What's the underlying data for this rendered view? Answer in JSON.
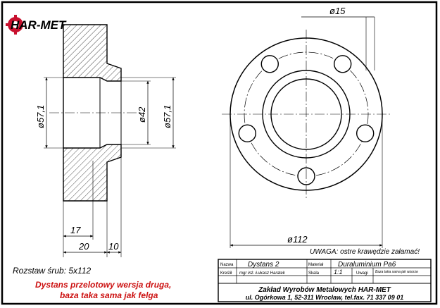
{
  "logo": {
    "text": "HAR-MET",
    "color": "#c8102e"
  },
  "dimensions": {
    "bolt_hole_dia": "ø15",
    "outer_dia": "ø112",
    "left_dia_1": "ø57,1",
    "bore_dia": "ø42",
    "left_dia_2": "ø57,1",
    "len_17": "17",
    "len_20": "20",
    "len_10": "10"
  },
  "notes": {
    "warning": "UWAGA: ostre krawędzie załamać!",
    "bolt_pattern": "Rozstaw śrub: 5x112",
    "red_line_1": "Dystans przelotowy wersja druga,",
    "red_line_2": "baza taka sama jak felga",
    "red_color": "#cc1111"
  },
  "title_block": {
    "name_label": "Nazwa",
    "name_value": "Dystans 2",
    "material_label": "Materiał",
    "material_value": "Duraluminium Pa6",
    "drawn_label": "Kreślił",
    "drawn_value": "mgr inż. Łukasz Haratek",
    "scale_label": "Skala",
    "scale_value": "1:1",
    "remarks_label": "Uwagi",
    "remarks_value": "Baza taka sama jak wzorze",
    "company_line_1": "Zakład Wyrobów Metalowych HAR-MET",
    "company_line_2": "ul. Ogórkowa 1, 52-311 Wrocław, tel.fax. 71 337 09 01"
  }
}
